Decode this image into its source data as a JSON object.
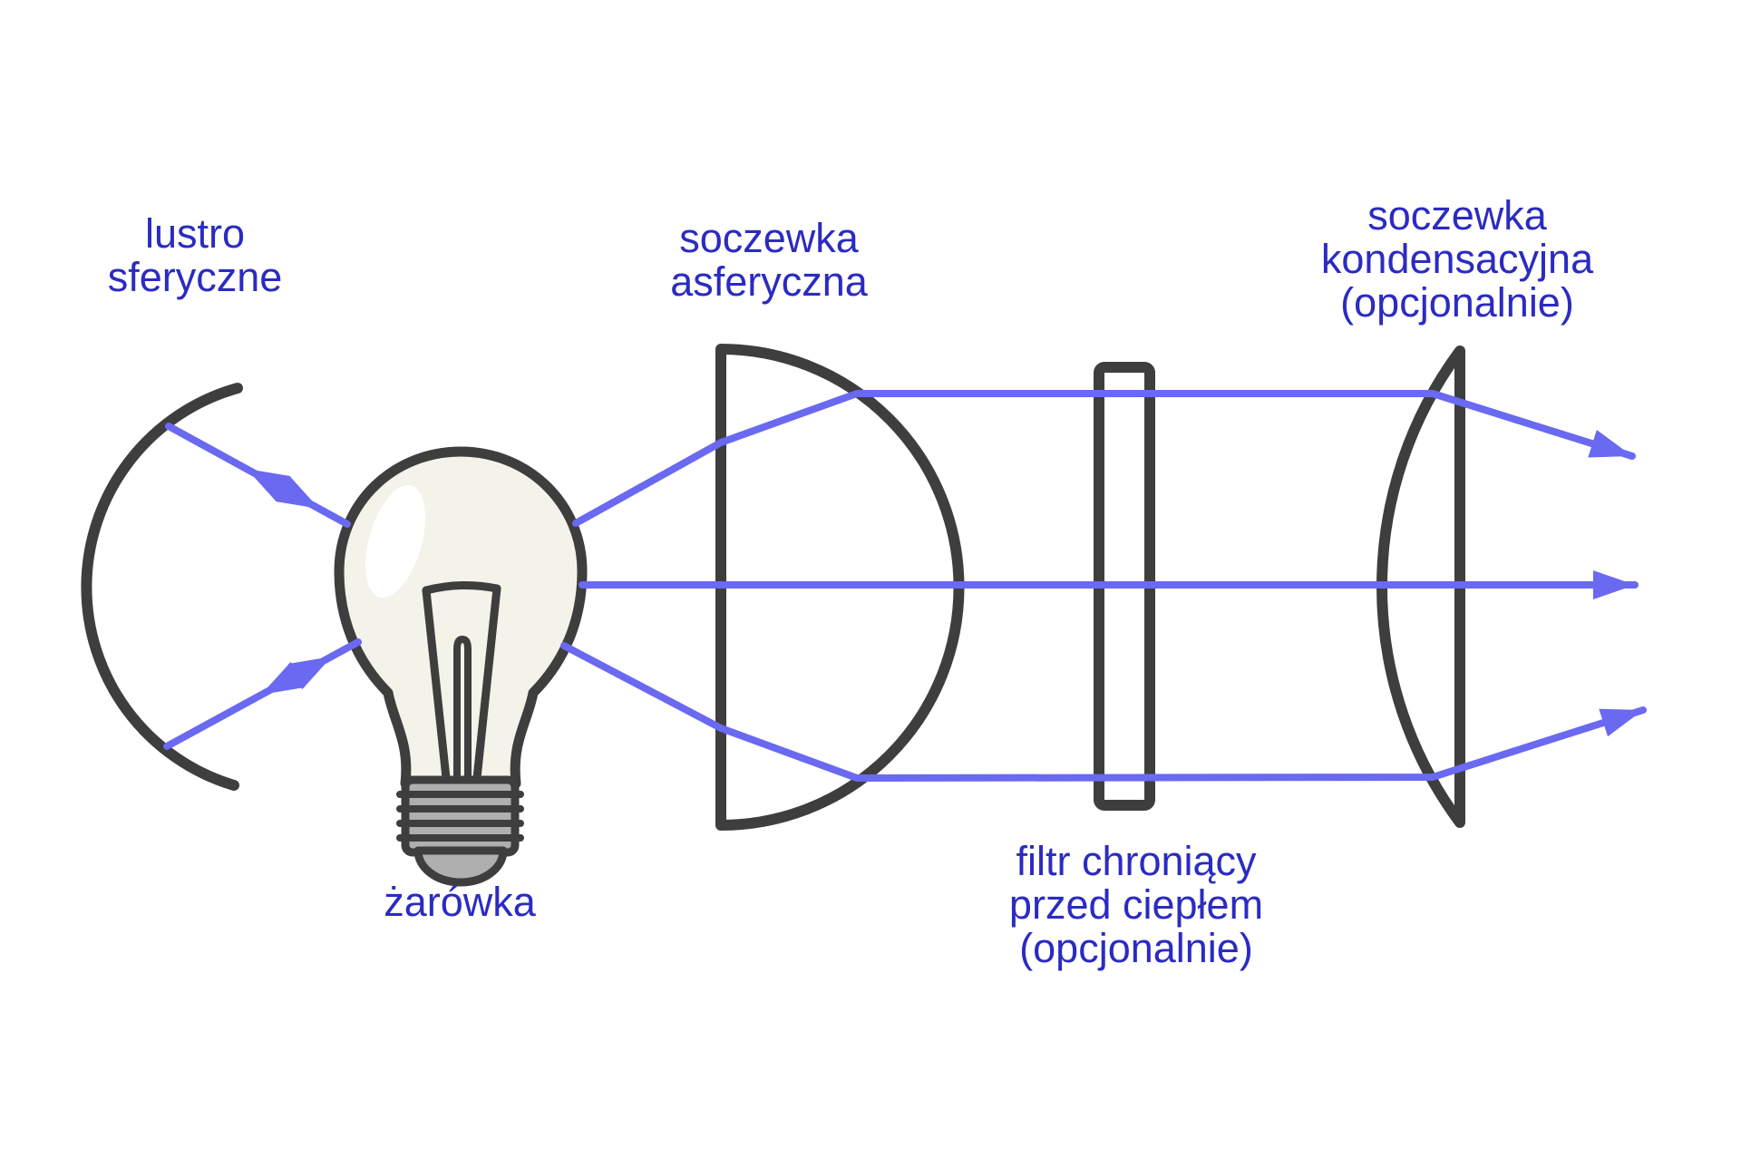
{
  "labels": {
    "mirror": {
      "lines": [
        "lustro",
        "sferyczne"
      ]
    },
    "bulb": {
      "lines": [
        "żarówka"
      ]
    },
    "aspheric_lens": {
      "lines": [
        "soczewka",
        "asferyczna"
      ]
    },
    "heat_filter": {
      "lines": [
        "filtr chroniący",
        "przed ciepłem",
        "(opcjonalnie)"
      ]
    },
    "condenser_lens": {
      "lines": [
        "soczewka",
        "kondensacyjna",
        "(opcjonalnie)"
      ]
    }
  },
  "colors": {
    "text": "#2B2BC2",
    "ray": "#6A69F1",
    "outline": "#3E3E3E",
    "bulb_glass": "#F4F3E9",
    "bulb_base": "#AFAFAF",
    "highlight": "#FFFFFF",
    "background": "#FFFFFF"
  }
}
